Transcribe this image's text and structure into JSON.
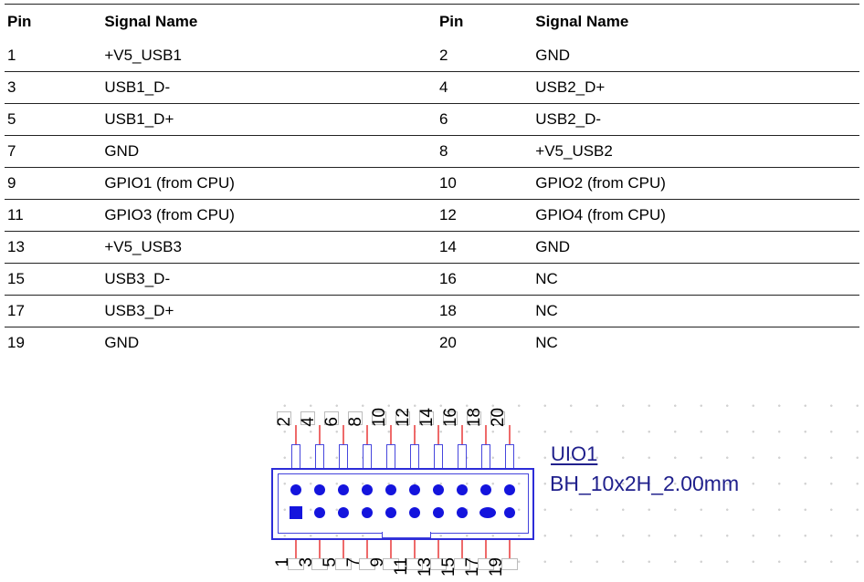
{
  "table": {
    "headers": [
      "Pin",
      "Signal Name",
      "Pin",
      "Signal Name"
    ],
    "rows": [
      [
        "1",
        "+V5_USB1",
        "2",
        "GND"
      ],
      [
        "3",
        "USB1_D-",
        "4",
        "USB2_D+"
      ],
      [
        "5",
        "USB1_D+",
        "6",
        "USB2_D-"
      ],
      [
        "7",
        "GND",
        "8",
        "+V5_USB2"
      ],
      [
        "9",
        "GPIO1 (from CPU)",
        "10",
        "GPIO2 (from CPU)"
      ],
      [
        "11",
        "GPIO3 (from CPU)",
        "12",
        "GPIO4 (from CPU)"
      ],
      [
        "13",
        "+V5_USB3",
        "14",
        "GND"
      ],
      [
        "15",
        "USB3_D-",
        "16",
        "NC"
      ],
      [
        "17",
        "USB3_D+",
        "18",
        "NC"
      ],
      [
        "19",
        "GND",
        "20",
        "NC"
      ]
    ]
  },
  "connector": {
    "refdes": "UIO1",
    "footprint": "BH_10x2H_2.00mm",
    "top_pins": [
      "2",
      "4",
      "6",
      "8",
      "10",
      "12",
      "14",
      "16",
      "18",
      "20"
    ],
    "bottom_pins": [
      "1",
      "3",
      "5",
      "7",
      "9",
      "11",
      "13",
      "15",
      "17",
      "19"
    ],
    "colors": {
      "body_blue": "#2d2dd8",
      "pin_fill_blue": "#1414dd",
      "net_line_red": "#ee6a6a",
      "label_navy": "#20208c",
      "box_gray": "#bcbcbc"
    }
  }
}
